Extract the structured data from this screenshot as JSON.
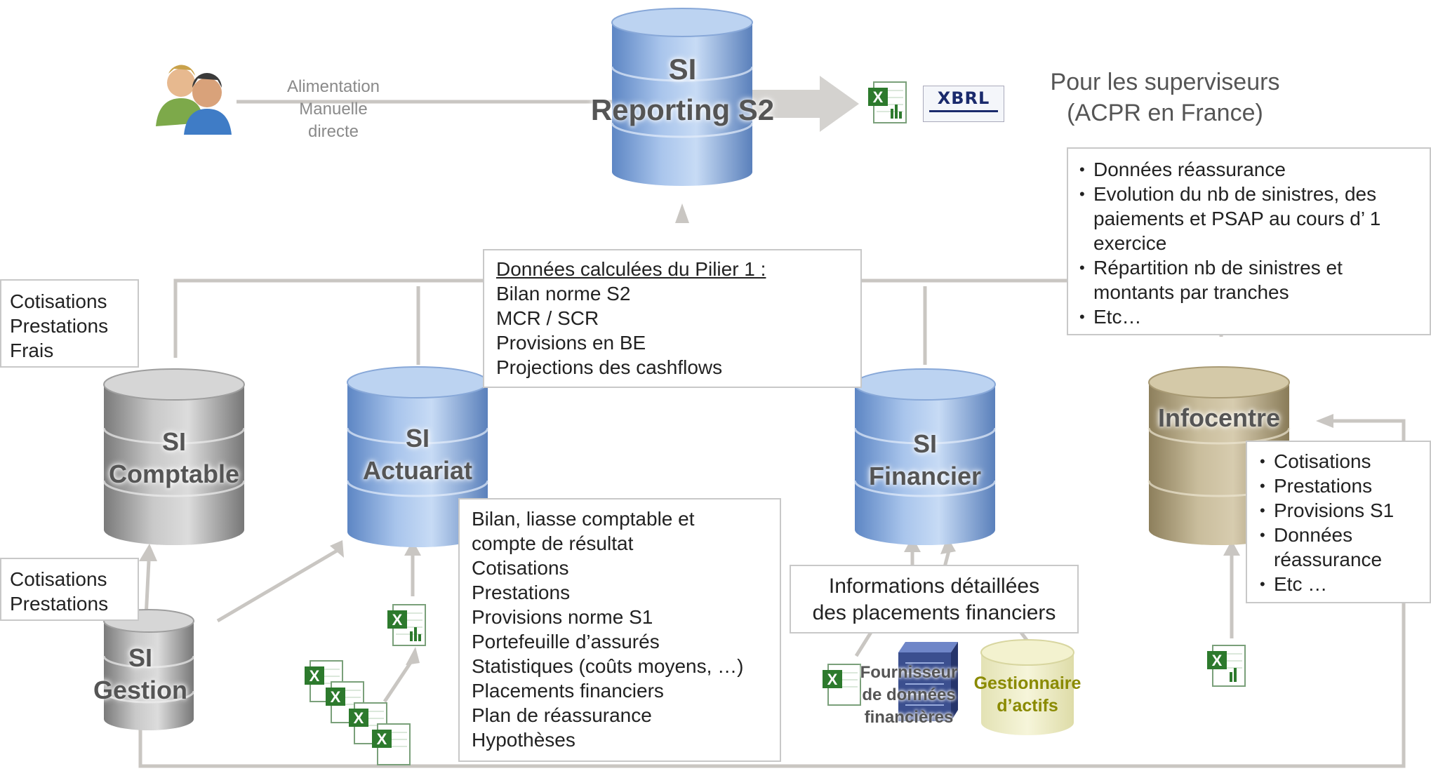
{
  "top": {
    "reporting_db": [
      "SI",
      "Reporting S2"
    ],
    "alimentation": [
      "Alimentation",
      "Manuelle",
      "directe"
    ],
    "xbrl_logo": "XBRL",
    "supervisors": [
      "Pour les superviseurs",
      "(ACPR en France)"
    ]
  },
  "infocentre_notes": {
    "items": [
      "Données réassurance",
      "Evolution du nb de sinistres, des paiements et PSAP au cours d’ 1 exercice",
      "Répartition nb de sinistres et montants par tranches",
      "Etc…"
    ]
  },
  "pilier1": {
    "title": "Données calculées du Pilier 1 :",
    "lines": [
      "Bilan norme S2",
      "MCR / SCR",
      "Provisions en BE",
      "Projections des cashflows"
    ]
  },
  "comptable_in": [
    "Cotisations",
    "Prestations",
    "Frais"
  ],
  "gestion_out": [
    "Cotisations",
    "Prestations"
  ],
  "databases": {
    "comptable": [
      "SI",
      "Comptable"
    ],
    "actuariat": [
      "SI",
      "Actuariat"
    ],
    "financier": [
      "SI",
      "Financier"
    ],
    "infocentre": [
      "Infocentre"
    ],
    "gestion": [
      "SI",
      "Gestion"
    ]
  },
  "actuariat_inputs": [
    "Bilan, liasse comptable et",
    "compte de résultat",
    "Cotisations",
    "Prestations",
    "Provisions norme S1",
    "Portefeuille d’assurés",
    "Statistiques (coûts moyens, …)",
    "Placements financiers",
    "Plan de réassurance",
    "Hypothèses"
  ],
  "placements": [
    "Informations détaillées",
    "des placements financiers"
  ],
  "fournisseur": [
    "Fournisseur",
    "de données",
    "financières"
  ],
  "gestionnaire": [
    "Gestionnaire",
    "d’actifs"
  ],
  "infocentre_inputs": [
    "Cotisations",
    "Prestations",
    "Provisions S1",
    "Données réassurance",
    "Etc …"
  ],
  "colors": {
    "blue_db": "#8fb2e0",
    "gray_db": "#a9a9a9",
    "gold_db": "#b3a683",
    "lines": "#c9c6c2",
    "gestionnaire_text": "#8a8a00",
    "excel_green": "#2d7a2d"
  }
}
